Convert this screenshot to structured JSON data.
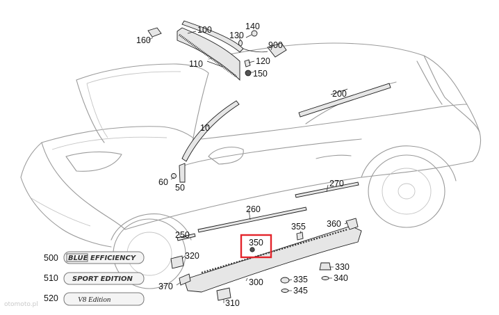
{
  "callouts": {
    "c100": "100",
    "c140": "140",
    "c130": "130",
    "c160": "160",
    "c900": "900",
    "c120": "120",
    "c110": "110",
    "c150": "150",
    "c200": "200",
    "c10": "10",
    "c60": "60",
    "c50": "50",
    "c270": "270",
    "c260": "260",
    "c250": "250",
    "c355": "355",
    "c360": "360",
    "c350": "350",
    "c320": "320",
    "c330": "330",
    "c370": "370",
    "c300": "300",
    "c335": "335",
    "c340": "340",
    "c345": "345",
    "c310": "310",
    "c500": "500",
    "c510": "510",
    "c520": "520"
  },
  "badges": {
    "blue_left": "BLUE",
    "blue_right": "EFFICIENCY",
    "sport": "SPORT EDITION",
    "v8": "V8 Edition"
  },
  "highlight": {
    "label": "350",
    "color": "#e3242b"
  },
  "watermark": "otomoto.pl"
}
